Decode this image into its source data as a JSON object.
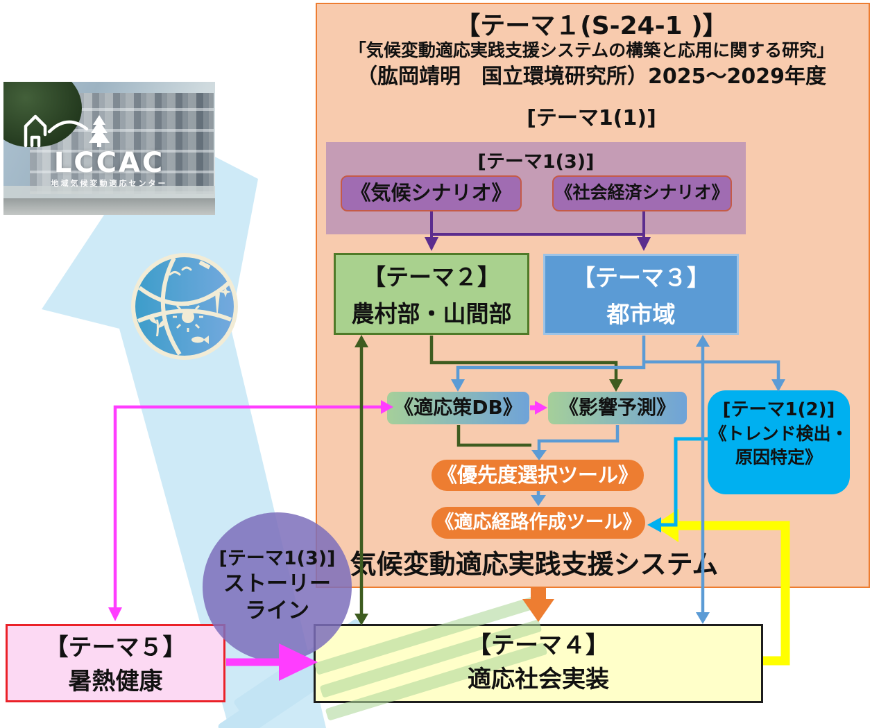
{
  "colors": {
    "container-bg": "#f8cbae",
    "container-border": "#ed7d31",
    "mauve": "#c59cb5",
    "scen-bg": "#a06cb2",
    "scen-border": "#c55a47",
    "theme2-bg": "#a9d18e",
    "theme2-border": "#4f7a28",
    "theme3-bg": "#5b9bd5",
    "theme3-border": "#9dc3e6",
    "grad-green": "#a5cf9a",
    "grad-blue": "#6fa3d8",
    "cyan": "#00b0f0",
    "tool-orange": "#ed7d31",
    "theme4-bg": "#ffffc9",
    "theme5-bg": "#fcd9f3",
    "theme5-border": "#ea2128",
    "circle-purple": "rgba(124,110,187,0.85)",
    "dkgreen": "#3e5c20",
    "blue": "#5b9bd5",
    "purple-line": "#5b2d8e",
    "magenta": "#ff3dff",
    "yellow": "#ffff00",
    "band-blue": "#cae8f6",
    "stripe-blue": "#c3e4f4",
    "stripe-green": "rgba(176,217,156,0.6)"
  },
  "photo": {
    "logo_acronym": "LCCAC",
    "logo_subtitle": "地域気候変動適応センター"
  },
  "theme1": {
    "title": "【テーマ１(S-24-1 )】",
    "research_title": "「気候変動適応実践支援システムの構築と応用に関する研究」",
    "credit": "（肱岡靖明　国立環境研究所）2025～2029年度",
    "sub_label": "[テーマ1(1)]"
  },
  "scenario_group": {
    "label": "[テーマ1(3)]",
    "climate_label": "《気候シナリオ》",
    "socio_label": "《社会経済シナリオ》"
  },
  "theme2": {
    "title": "【テーマ２】",
    "area": "農村部・山間部"
  },
  "theme3": {
    "title": "【テーマ３】",
    "area": "都市域"
  },
  "adaptation_db_label": "《適応策DB》",
  "impact_label": "《影響予測》",
  "trend_box": {
    "label": "[テーマ1(2)]",
    "line1": "《トレンド検出・",
    "line2": "原因特定》"
  },
  "priority_tool_label": "《優先度選択ツール》",
  "pathway_tool_label": "《適応経路作成ツール》",
  "system_label": "気候変動適応実践支援システム",
  "theme4": {
    "title": "【テーマ４】",
    "subtitle": "適応社会実装"
  },
  "theme5": {
    "title": "【テーマ５】",
    "subtitle": "暑熱健康"
  },
  "storyline_circle": {
    "label": "[テーマ1(3)]",
    "line1": "ストーリー",
    "line2": "ライン"
  }
}
